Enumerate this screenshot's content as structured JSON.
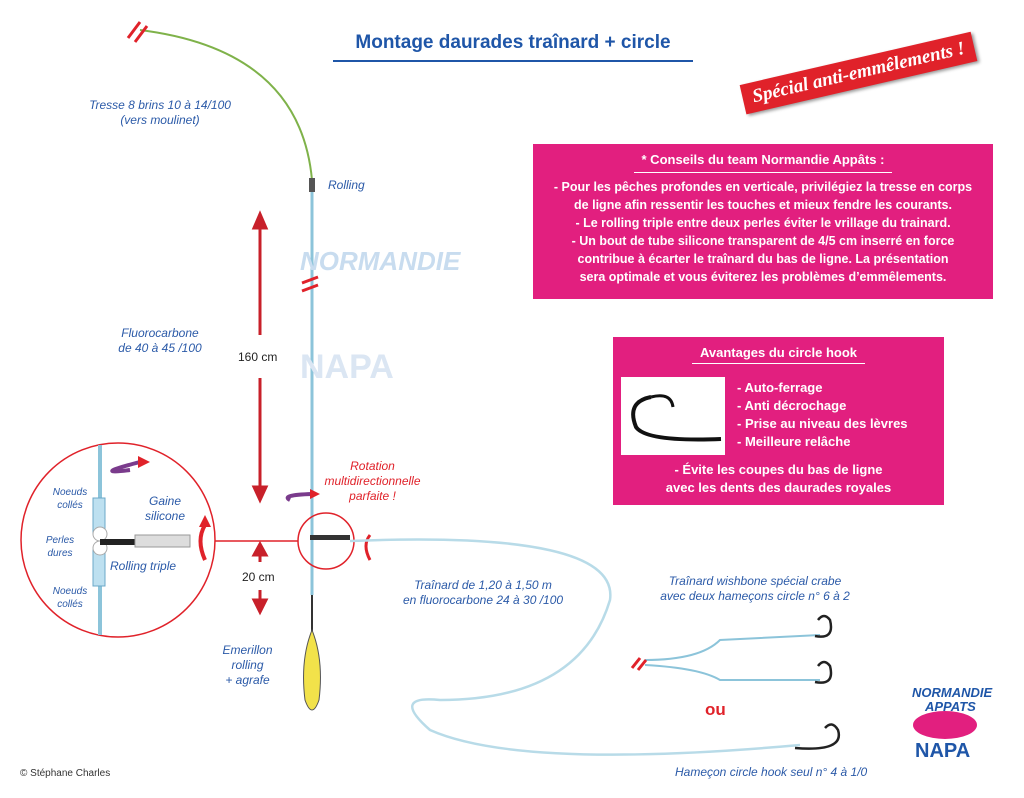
{
  "title": "Montage daurades traînard + circle",
  "banner": "Spécial anti-emmêlements !",
  "labels": {
    "tresse": "Tresse 8 brins 10 à 14/100",
    "tresse2": "(vers moulinet)",
    "rolling": "Rolling",
    "fluoro": "Fluorocarbone",
    "fluoro2": "de 40 à 45 /100",
    "len160": "160 cm",
    "len20": "20 cm",
    "noeuds1": "Noeuds",
    "colles1": "collés",
    "perles": "Perles",
    "dures": "dures",
    "noeuds2": "Noeuds",
    "colles2": "collés",
    "gaine": "Gaine",
    "silicone": "silicone",
    "rolling_triple": "Rolling triple",
    "rotation": "Rotation",
    "rotation2": "multidirectionnelle",
    "rotation3": "parfaite !",
    "emerillon": "Emerillon",
    "emerillon2": "rolling",
    "emerillon3": "+ agrafe",
    "trainard": "Traînard de 1,20 à 1,50 m",
    "trainard2": "en fluorocarbone 24 à 30 /100",
    "wishbone": "Traînard wishbone spécial crabe",
    "wishbone2": "avec deux hameçons circle n° 6 à 2",
    "ou": "ou",
    "hamecon": "Hameçon circle hook seul n° 4 à 1/0"
  },
  "tips": {
    "heading": "* Conseils du team Normandie Appâts :",
    "lines": [
      "- Pour les pêches profondes en verticale, privilégiez la tresse en corps",
      "de ligne afin  ressentir les touches et mieux fendre les courants.",
      "- Le rolling triple entre deux perles éviter le vrillage du trainard.",
      "- Un bout de tube silicone transparent de 4/5 cm inserré en force",
      "contribue à écarter le traînard du bas de ligne. La présentation",
      "sera optimale et vous éviterez les problèmes d’emmêlements."
    ]
  },
  "advantages": {
    "heading": "Avantages du circle hook",
    "items": [
      "- Auto-ferrage",
      "- Anti décrochage",
      "- Prise au niveau des lèvres",
      "- Meilleure relâche"
    ],
    "footer": [
      "- Évite les coupes du bas de ligne",
      "avec les dents des daurades royales"
    ]
  },
  "logo": {
    "line1": "NORMANDIE",
    "line2": "APPATS",
    "line3": "NAPA"
  },
  "copyright": "© Stéphane Charles",
  "colors": {
    "pink": "#e21f7f",
    "red": "#e0222a",
    "blue": "#2b5aa8",
    "braid": "#7fb24a",
    "line": "#8cc4da"
  }
}
